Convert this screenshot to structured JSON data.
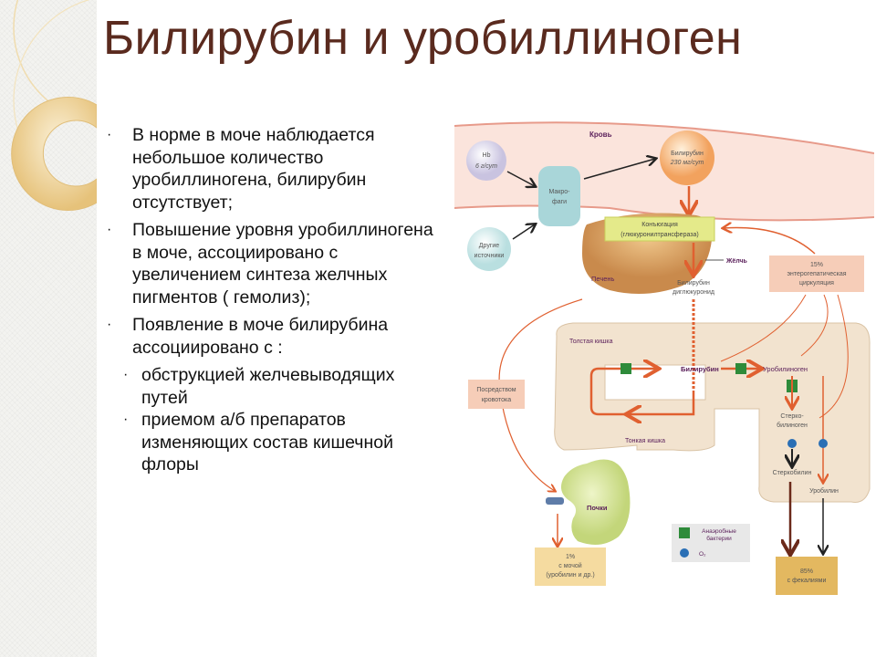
{
  "slide": {
    "title": "Билирубин и уробиллиноген",
    "bullets": [
      {
        "text": "В норме в моче наблюдается небольшое количество уробиллиногена, билирубин отсутствует;"
      },
      {
        "text": "Повышение уровня уробиллиногена в моче, ассоциировано с увеличением  синтеза желчных пигментов ( гемолиз);"
      },
      {
        "text": "Появление в моче билирубина ассоциировано с :",
        "sub": [
          "обструкцией желчевыводящих путей",
          "приемом а/б препаратов изменяющих состав кишечной флоры"
        ]
      }
    ]
  },
  "diagram": {
    "blood": "Кровь",
    "hb": [
      "Hb",
      "6 г/сут"
    ],
    "macrophages": [
      "Макро-",
      "фаги"
    ],
    "other_sources": [
      "Другие",
      "источники"
    ],
    "bilirubin_blood": [
      "Билирубин",
      "230 мг/сут"
    ],
    "conjugation": [
      "Конъюгация",
      "(глюкуронилтрансфераза)"
    ],
    "liver": "Печень",
    "bile": "Жёлчь",
    "bilirubin_diglucuronide": [
      "Билирубин",
      "диглюкуронид"
    ],
    "enterohepatic": [
      "15%",
      "энтерогепатическая",
      "циркуляция"
    ],
    "small_intestine": "Тонкая кишка",
    "large_intestine": "Толстая кишка",
    "bilirubin_gut": "Билирубин",
    "urobilinogen": "Уробилиноген",
    "stercobilinogen": [
      "Стерко-",
      "билиноген"
    ],
    "stercobilin": "Стеркобилин",
    "urobilin": "Уробилин",
    "via_blood": [
      "Посредством",
      "кровотока"
    ],
    "kidneys": "Почки",
    "urine_out": [
      "1%",
      "с мочой",
      "(уробилин и др.)"
    ],
    "feces_out": [
      "85%",
      "с фекалиями"
    ],
    "legend": {
      "bacteria": [
        "Анаэробные",
        "бактерии"
      ],
      "oxygen": "O₂"
    },
    "colors": {
      "arrow": "#e06030",
      "title": "#5a2a1e",
      "label": "#5a1f5a",
      "bacteria": "#2e8b3a",
      "oxygen": "#2a6fb5"
    }
  }
}
